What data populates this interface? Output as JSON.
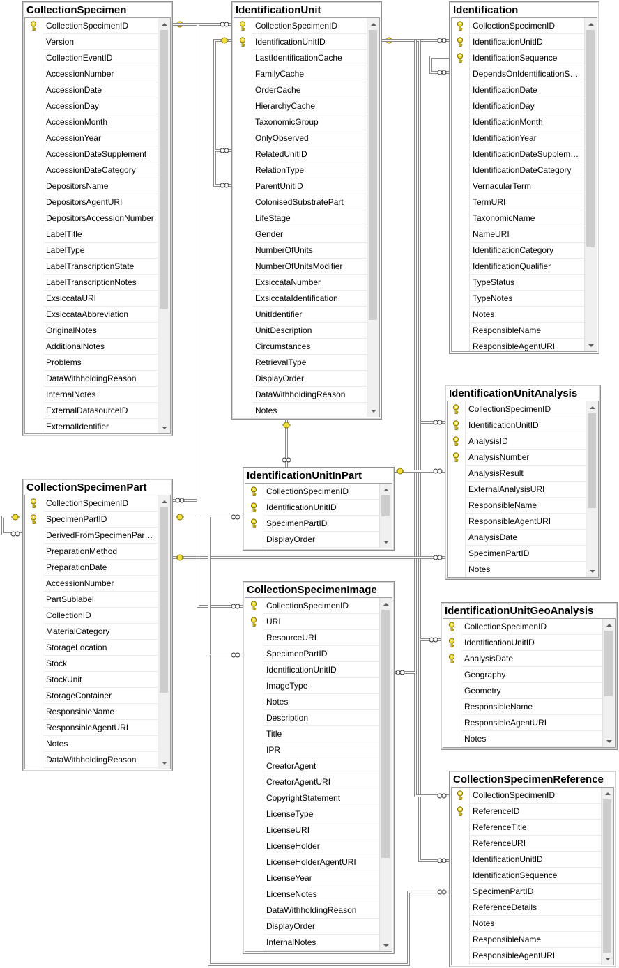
{
  "tables": [
    {
      "id": "collection-specimen",
      "title": "CollectionSpecimen",
      "columns": [
        {
          "name": "CollectionSpecimenID",
          "pk": true
        },
        {
          "name": "Version"
        },
        {
          "name": "CollectionEventID"
        },
        {
          "name": "AccessionNumber"
        },
        {
          "name": "AccessionDate"
        },
        {
          "name": "AccessionDay"
        },
        {
          "name": "AccessionMonth"
        },
        {
          "name": "AccessionYear"
        },
        {
          "name": "AccessionDateSupplement"
        },
        {
          "name": "AccessionDateCategory"
        },
        {
          "name": "DepositorsName"
        },
        {
          "name": "DepositorsAgentURI"
        },
        {
          "name": "DepositorsAccessionNumber"
        },
        {
          "name": "LabelTitle"
        },
        {
          "name": "LabelType"
        },
        {
          "name": "LabelTranscriptionState"
        },
        {
          "name": "LabelTranscriptionNotes"
        },
        {
          "name": "ExsiccataURI"
        },
        {
          "name": "ExsiccataAbbreviation"
        },
        {
          "name": "OriginalNotes"
        },
        {
          "name": "AdditionalNotes"
        },
        {
          "name": "Problems"
        },
        {
          "name": "DataWithholdingReason"
        },
        {
          "name": "InternalNotes"
        },
        {
          "name": "ExternalDatasourceID"
        },
        {
          "name": "ExternalIdentifier"
        }
      ],
      "scroll_position": 0.0,
      "scroll_visible": 0.71
    },
    {
      "id": "identification-unit",
      "title": "IdentificationUnit",
      "columns": [
        {
          "name": "CollectionSpecimenID",
          "pk": true
        },
        {
          "name": "IdentificationUnitID",
          "pk": true
        },
        {
          "name": "LastIdentificationCache"
        },
        {
          "name": "FamilyCache"
        },
        {
          "name": "OrderCache"
        },
        {
          "name": "HierarchyCache"
        },
        {
          "name": "TaxonomicGroup"
        },
        {
          "name": "OnlyObserved"
        },
        {
          "name": "RelatedUnitID"
        },
        {
          "name": "RelationType"
        },
        {
          "name": "ParentUnitID"
        },
        {
          "name": "ColonisedSubstratePart"
        },
        {
          "name": "LifeStage"
        },
        {
          "name": "Gender"
        },
        {
          "name": "NumberOfUnits"
        },
        {
          "name": "NumberOfUnitsModifier"
        },
        {
          "name": "ExsiccataNumber"
        },
        {
          "name": "ExsiccataIdentification"
        },
        {
          "name": "UnitIdentifier"
        },
        {
          "name": "UnitDescription"
        },
        {
          "name": "Circumstances"
        },
        {
          "name": "RetrievalType"
        },
        {
          "name": "DisplayOrder"
        },
        {
          "name": "DataWithholdingReason"
        },
        {
          "name": "Notes"
        }
      ],
      "scroll_position": 0.0,
      "scroll_visible": 0.77
    },
    {
      "id": "identification",
      "title": "Identification",
      "columns": [
        {
          "name": "CollectionSpecimenID",
          "pk": true
        },
        {
          "name": "IdentificationUnitID",
          "pk": true
        },
        {
          "name": "IdentificationSequence",
          "pk": true
        },
        {
          "name": "DependsOnIdentificationSe..."
        },
        {
          "name": "IdentificationDate"
        },
        {
          "name": "IdentificationDay"
        },
        {
          "name": "IdentificationMonth"
        },
        {
          "name": "IdentificationYear"
        },
        {
          "name": "IdentificationDateSuppleme..."
        },
        {
          "name": "IdentificationDateCategory"
        },
        {
          "name": "VernacularTerm"
        },
        {
          "name": "TermURI"
        },
        {
          "name": "TaxonomicName"
        },
        {
          "name": "NameURI"
        },
        {
          "name": "IdentificationCategory"
        },
        {
          "name": "IdentificationQualifier"
        },
        {
          "name": "TypeStatus"
        },
        {
          "name": "TypeNotes"
        },
        {
          "name": "Notes"
        },
        {
          "name": "ResponsibleName"
        },
        {
          "name": "ResponsibleAgentURI"
        }
      ],
      "scroll_position": 0.0,
      "scroll_visible": 0.7
    },
    {
      "id": "identification-unit-analysis",
      "title": "IdentificationUnitAnalysis",
      "columns": [
        {
          "name": "CollectionSpecimenID",
          "pk": true
        },
        {
          "name": "IdentificationUnitID",
          "pk": true
        },
        {
          "name": "AnalysisID",
          "pk": true
        },
        {
          "name": "AnalysisNumber",
          "pk": true
        },
        {
          "name": "AnalysisResult"
        },
        {
          "name": "ExternalAnalysisURI"
        },
        {
          "name": "ResponsibleName"
        },
        {
          "name": "ResponsibleAgentURI"
        },
        {
          "name": "AnalysisDate"
        },
        {
          "name": "SpecimenPartID"
        },
        {
          "name": "Notes"
        }
      ],
      "scroll_position": 0.0,
      "scroll_visible": 0.62
    },
    {
      "id": "identification-unit-in-part",
      "title": "IdentificationUnitInPart",
      "columns": [
        {
          "name": "CollectionSpecimenID",
          "pk": true
        },
        {
          "name": "IdentificationUnitID",
          "pk": true
        },
        {
          "name": "SpecimenPartID",
          "pk": true
        },
        {
          "name": "DisplayOrder"
        }
      ],
      "scroll_position": 0.0,
      "scroll_visible": 0.5
    },
    {
      "id": "collection-specimen-part",
      "title": "CollectionSpecimenPart",
      "columns": [
        {
          "name": "CollectionSpecimenID",
          "pk": true
        },
        {
          "name": "SpecimenPartID",
          "pk": true
        },
        {
          "name": "DerivedFromSpecimenPartID"
        },
        {
          "name": "PreparationMethod"
        },
        {
          "name": "PreparationDate"
        },
        {
          "name": "AccessionNumber"
        },
        {
          "name": "PartSublabel"
        },
        {
          "name": "CollectionID"
        },
        {
          "name": "MaterialCategory"
        },
        {
          "name": "StorageLocation"
        },
        {
          "name": "Stock"
        },
        {
          "name": "StockUnit"
        },
        {
          "name": "StorageContainer"
        },
        {
          "name": "ResponsibleName"
        },
        {
          "name": "ResponsibleAgentURI"
        },
        {
          "name": "Notes"
        },
        {
          "name": "DataWithholdingReason"
        }
      ],
      "scroll_position": 0.0,
      "scroll_visible": 0.74
    },
    {
      "id": "collection-specimen-image",
      "title": "CollectionSpecimenImage",
      "columns": [
        {
          "name": "CollectionSpecimenID",
          "pk": true
        },
        {
          "name": "URI",
          "pk": true
        },
        {
          "name": "ResourceURI"
        },
        {
          "name": "SpecimenPartID"
        },
        {
          "name": "IdentificationUnitID"
        },
        {
          "name": "ImageType"
        },
        {
          "name": "Notes"
        },
        {
          "name": "Description"
        },
        {
          "name": "Title"
        },
        {
          "name": "IPR"
        },
        {
          "name": "CreatorAgent"
        },
        {
          "name": "CreatorAgentURI"
        },
        {
          "name": "CopyrightStatement"
        },
        {
          "name": "LicenseType"
        },
        {
          "name": "LicenseURI"
        },
        {
          "name": "LicenseHolder"
        },
        {
          "name": "LicenseHolderAgentURI"
        },
        {
          "name": "LicenseYear"
        },
        {
          "name": "LicenseNotes"
        },
        {
          "name": "DataWithholdingReason"
        },
        {
          "name": "DisplayOrder"
        },
        {
          "name": "InternalNotes"
        }
      ],
      "scroll_position": 0.0,
      "scroll_visible": 0.75
    },
    {
      "id": "identification-unit-geo-analysis",
      "title": "IdentificationUnitGeoAnalysis",
      "columns": [
        {
          "name": "CollectionSpecimenID",
          "pk": true
        },
        {
          "name": "IdentificationUnitID",
          "pk": true
        },
        {
          "name": "AnalysisDate",
          "pk": true
        },
        {
          "name": "Geography"
        },
        {
          "name": "Geometry"
        },
        {
          "name": "ResponsibleName"
        },
        {
          "name": "ResponsibleAgentURI"
        },
        {
          "name": "Notes"
        }
      ],
      "scroll_position": 0.0,
      "scroll_visible": 0.62
    },
    {
      "id": "collection-specimen-reference",
      "title": "CollectionSpecimenReference",
      "columns": [
        {
          "name": "CollectionSpecimenID",
          "pk": true
        },
        {
          "name": "ReferenceID",
          "pk": true
        },
        {
          "name": "ReferenceTitle"
        },
        {
          "name": "ReferenceURI"
        },
        {
          "name": "IdentificationUnitID"
        },
        {
          "name": "IdentificationSequence"
        },
        {
          "name": "SpecimenPartID"
        },
        {
          "name": "ReferenceDetails"
        },
        {
          "name": "Notes"
        },
        {
          "name": "ResponsibleName"
        },
        {
          "name": "ResponsibleAgentURI"
        }
      ],
      "scroll_position": 0.0,
      "scroll_visible": 1.0
    }
  ],
  "colors": {
    "key_fill": "#f3df3b",
    "key_stroke": "#7a6a00",
    "line": "#8a8a8a",
    "border": "#8e8e8e"
  }
}
